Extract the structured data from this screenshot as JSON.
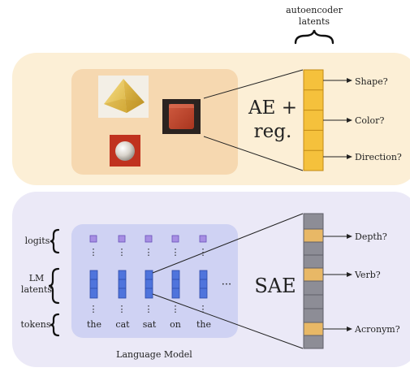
{
  "top": {
    "latents_label_line1": "autoencoder",
    "latents_label_line2": "latents",
    "method_line1": "AE +",
    "method_line2": "reg.",
    "probes": [
      "Shape?",
      "Color?",
      "Direction?"
    ],
    "objects": [
      "pyramid",
      "cube",
      "sphere"
    ],
    "colors": {
      "panel": "#fcefd6",
      "image_box": "#f6d8b0",
      "latent_fill": "#f5c13c",
      "latent_stroke": "#c28a16"
    }
  },
  "bottom": {
    "method": "SAE",
    "row_labels": {
      "logits": "logits",
      "lm_latents_line1": "LM",
      "lm_latents_line2": "latents",
      "tokens": "tokens"
    },
    "tokens": [
      "the",
      "cat",
      "sat",
      "on",
      "the"
    ],
    "ellipsis": "···",
    "caption": "Language Model",
    "probes": [
      "Depth?",
      "Verb?",
      "Acronym?"
    ],
    "colors": {
      "panel": "#ebe9f7",
      "lm_box": "#cfd2f3",
      "logit_fill": "#a78ee3",
      "latent_fill": "#4f74dc",
      "sae_gray": "#8d8d96",
      "sae_active": "#e8b866"
    }
  }
}
